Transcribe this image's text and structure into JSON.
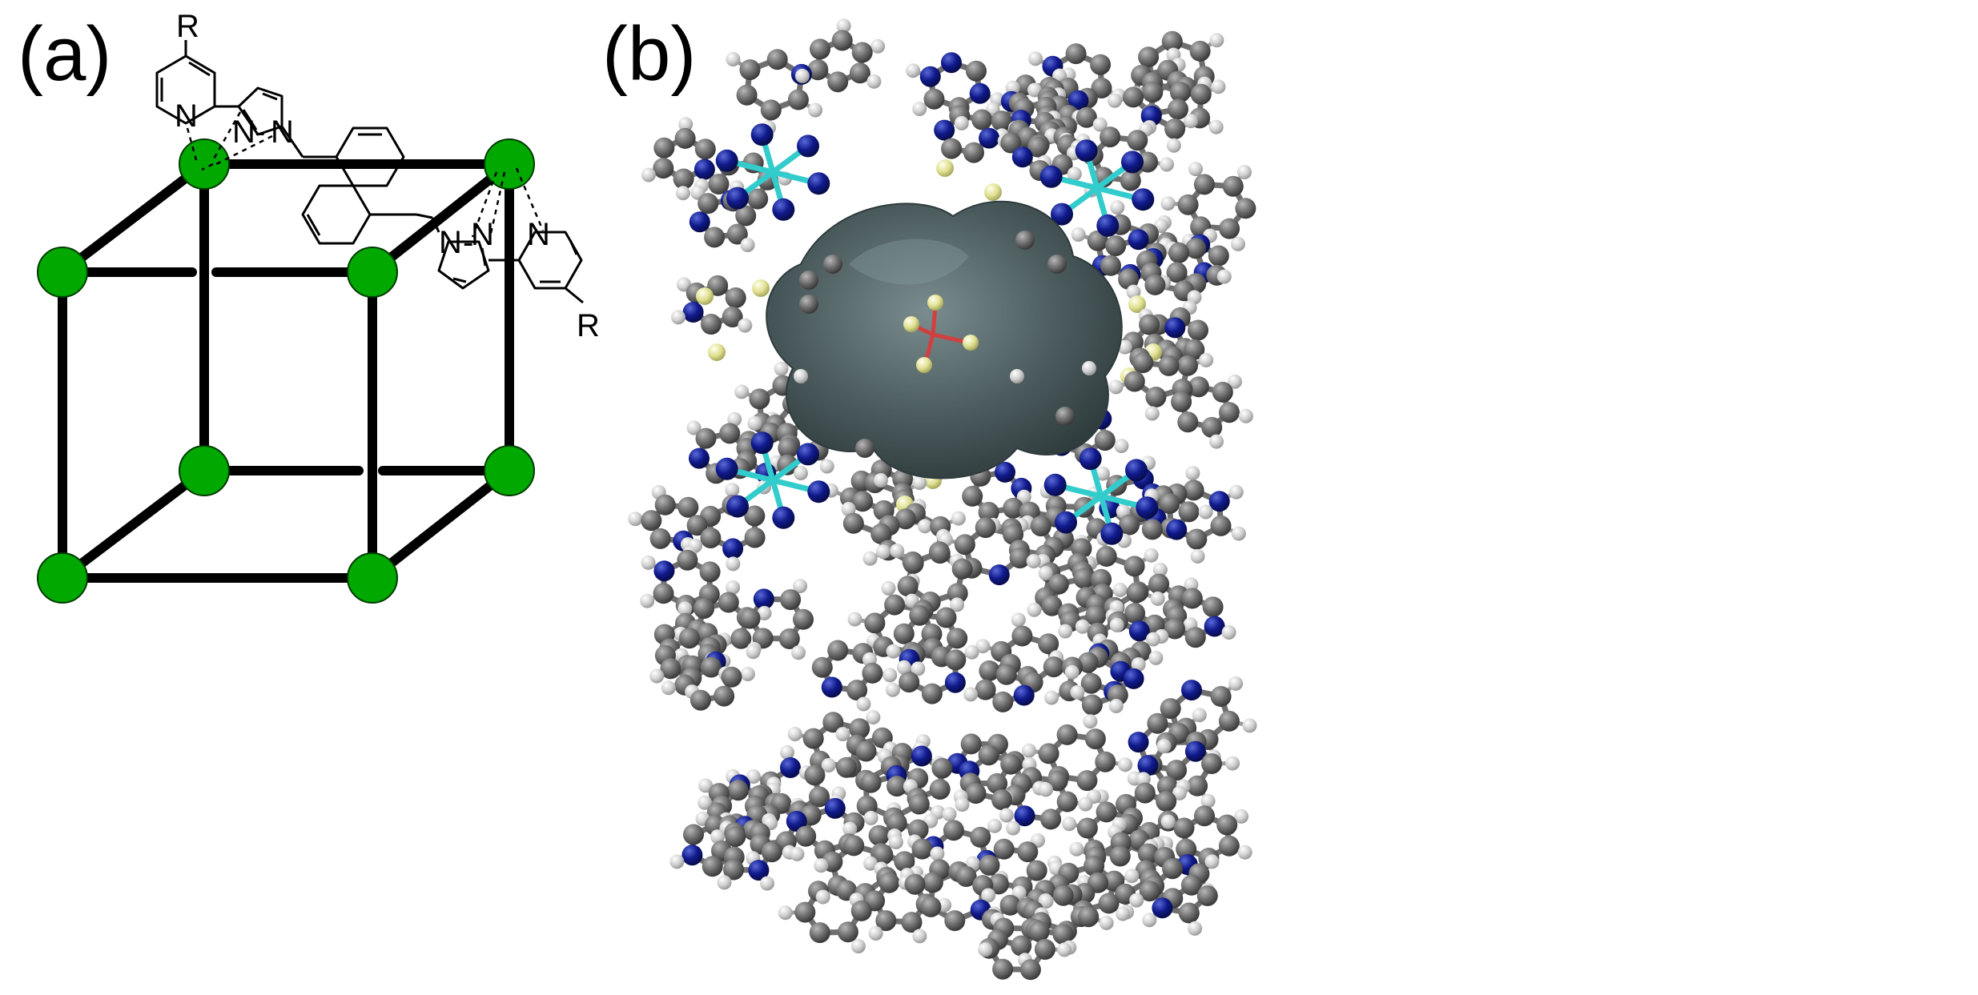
{
  "panels": {
    "a": {
      "label": "(a)"
    },
    "b": {
      "label": "(b)"
    }
  },
  "ligand": {
    "substituent_label": "R",
    "nitrogen_label": "N",
    "bond_label": "-"
  },
  "colors": {
    "metal_node": "#00a800",
    "cube_edge": "#000000",
    "carbon": "#6f6f6f",
    "hydrogen": "#cfcfcf",
    "nitrogen": "#101a8c",
    "cobalt": "#33cccc",
    "fluorine": "#e0e090",
    "boron": "#d04040",
    "cavity_surface": "#4a5a5c"
  }
}
